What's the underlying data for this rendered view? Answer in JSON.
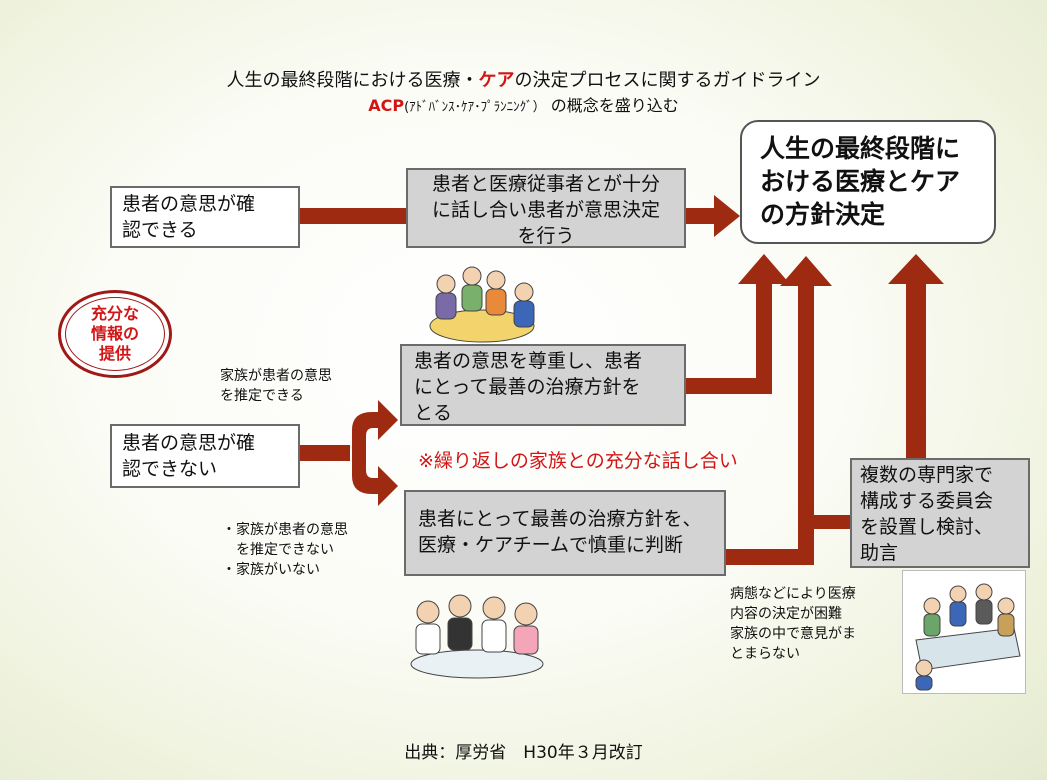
{
  "title": {
    "line1_part1": "人生の最終段階における医療・",
    "line1_red": "ケア",
    "line1_part2": "の決定プロセスに関するガイドライン",
    "line2_red": "ACP",
    "line2_paren": "(ｱﾄﾞﾊﾞﾝｽ･ｹｱ･ﾌﾟﾗﾝﾆﾝｸﾞ）",
    "line2_rest": "の概念を盛り込む"
  },
  "goal": {
    "line1": "人生の最終段階に",
    "line2": "おける医療とケア",
    "line3": "の方針決定"
  },
  "oval": {
    "line1": "充分な",
    "line2": "情報の",
    "line3": "提供"
  },
  "boxes": {
    "can_confirm": {
      "line1": "患者の意思が確",
      "line2": "認できる"
    },
    "discuss": {
      "line1": "患者と医療従事者とが十分",
      "line2": "に話し合い患者が意思決定",
      "line3": "を行う"
    },
    "cannot_confirm": {
      "line1": "患者の意思が確",
      "line2": "認できない"
    },
    "respect": {
      "line1": "患者の意思を尊重し、患者",
      "line2": "にとって最善の治療方針を",
      "line3": "とる"
    },
    "team": {
      "line1": "患者にとって最善の治療方針を、",
      "line2": "医療・ケアチームで慎重に判断"
    },
    "committee": {
      "line1": "複数の専門家で",
      "line2": "構成する委員会",
      "line3": "を設置し検討、",
      "line4": "助言"
    }
  },
  "notes": {
    "family_can": {
      "line1": "家族が患者の意思",
      "line2": "を推定できる"
    },
    "family_cannot": {
      "line1": "・家族が患者の意思",
      "line2": "を推定できない",
      "line3": "・家族がいない"
    },
    "difficult": {
      "line1": "病態などにより医療",
      "line2": "内容の決定が困難",
      "line3": "家族の中で意見がま",
      "line4": "とまらない"
    },
    "repeat": "※繰り返しの家族との充分な話し合い"
  },
  "source": "出典：厚労省　H30年３月改訂",
  "colors": {
    "arrow": "#9e2a12",
    "red_text": "#d21616",
    "gray_box": "#d3d3d3"
  }
}
